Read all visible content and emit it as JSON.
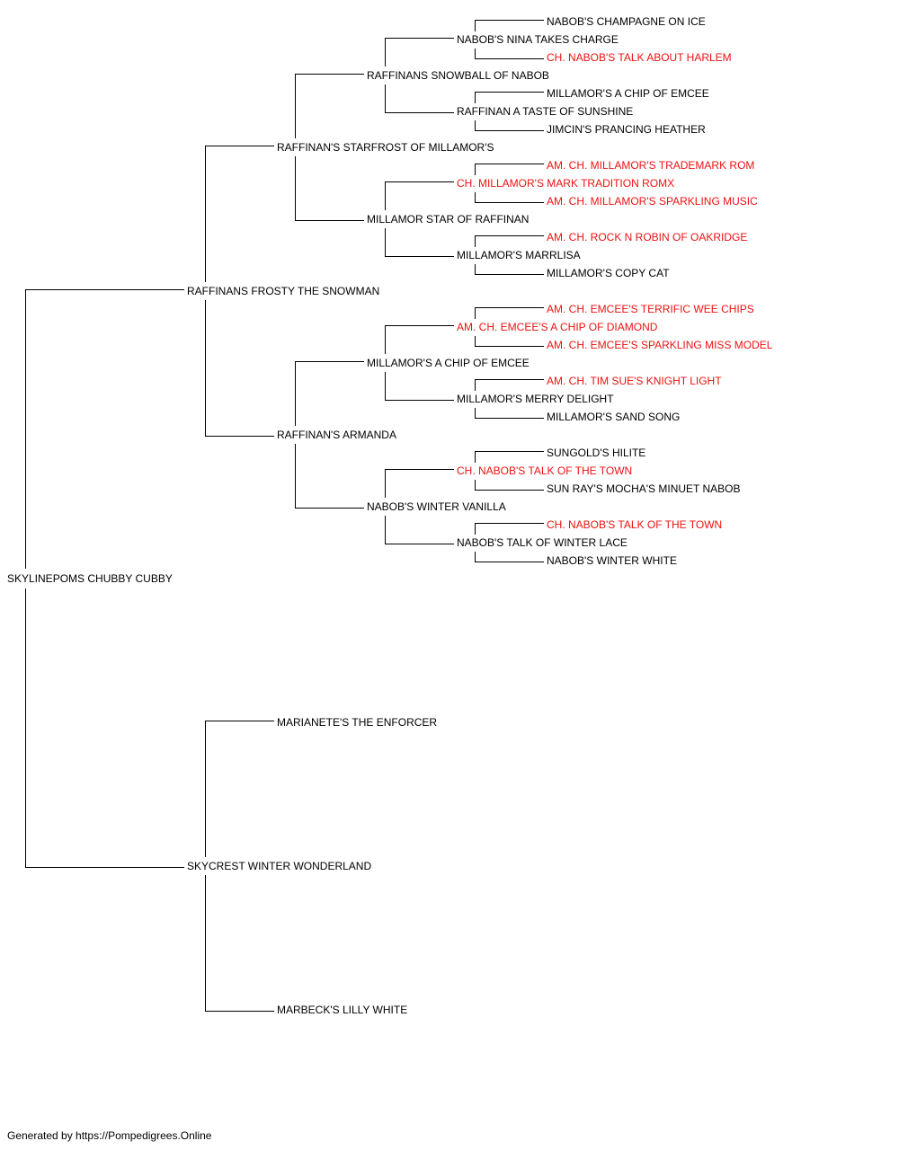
{
  "pedigree": {
    "subject": "SKYLINEPOMS CHUBBY CUBBY",
    "sire": {
      "name": "RAFFINANS FROSTY THE SNOWMAN",
      "sire": {
        "name": "RAFFINAN'S STARFROST OF MILLAMOR'S",
        "sire": {
          "name": "RAFFINANS SNOWBALL OF NABOB",
          "sire": {
            "name": "NABOB'S NINA TAKES CHARGE",
            "sire": {
              "name": "NABOB'S CHAMPAGNE ON ICE",
              "champion": false
            },
            "dam": {
              "name": "CH. NABOB'S TALK ABOUT HARLEM",
              "champion": true
            }
          },
          "dam": {
            "name": "RAFFINAN A TASTE OF SUNSHINE",
            "sire": {
              "name": "MILLAMOR'S A CHIP OF EMCEE",
              "champion": false
            },
            "dam": {
              "name": "JIMCIN'S PRANCING HEATHER",
              "champion": false
            }
          }
        },
        "dam": {
          "name": "MILLAMOR STAR OF RAFFINAN",
          "sire": {
            "name": "CH. MILLAMOR'S MARK TRADITION ROMX",
            "champion": true,
            "sire": {
              "name": "AM. CH. MILLAMOR'S TRADEMARK ROM",
              "champion": true
            },
            "dam": {
              "name": "AM. CH. MILLAMOR'S SPARKLING MUSIC",
              "champion": true
            }
          },
          "dam": {
            "name": "MILLAMOR'S MARRLISA",
            "sire": {
              "name": "AM. CH. ROCK N ROBIN OF OAKRIDGE",
              "champion": true
            },
            "dam": {
              "name": "MILLAMOR'S COPY CAT",
              "champion": false
            }
          }
        }
      },
      "dam": {
        "name": "RAFFINAN'S ARMANDA",
        "sire": {
          "name": "MILLAMOR'S A CHIP OF EMCEE",
          "sire": {
            "name": "AM. CH. EMCEE'S A CHIP OF DIAMOND",
            "champion": true,
            "sire": {
              "name": "AM. CH. EMCEE'S TERRIFIC WEE CHIPS",
              "champion": true
            },
            "dam": {
              "name": "AM. CH. EMCEE'S SPARKLING MISS MODEL",
              "champion": true
            }
          },
          "dam": {
            "name": "MILLAMOR'S MERRY DELIGHT",
            "sire": {
              "name": "AM. CH. TIM SUE'S KNIGHT LIGHT",
              "champion": true
            },
            "dam": {
              "name": "MILLAMOR'S SAND SONG",
              "champion": false
            }
          }
        },
        "dam": {
          "name": "NABOB'S WINTER VANILLA",
          "sire": {
            "name": "CH. NABOB'S TALK OF THE TOWN",
            "champion": true,
            "sire": {
              "name": "SUNGOLD'S HILITE",
              "champion": false
            },
            "dam": {
              "name": "SUN RAY'S MOCHA'S MINUET NABOB",
              "champion": false
            }
          },
          "dam": {
            "name": "NABOB'S TALK OF WINTER LACE",
            "sire": {
              "name": "CH. NABOB'S TALK OF THE TOWN",
              "champion": true
            },
            "dam": {
              "name": "NABOB'S WINTER WHITE",
              "champion": false
            }
          }
        }
      }
    },
    "dam": {
      "name": "SKYCREST WINTER WONDERLAND",
      "sire": {
        "name": "MARIANETE'S THE ENFORCER"
      },
      "dam": {
        "name": "MARBECK'S LILLY WHITE"
      }
    }
  },
  "colors": {
    "champion_text": "#ee1111",
    "normal_text": "#000000",
    "connector_lines": "#000000"
  },
  "footer": "Generated by https://Pompedigrees.Online"
}
